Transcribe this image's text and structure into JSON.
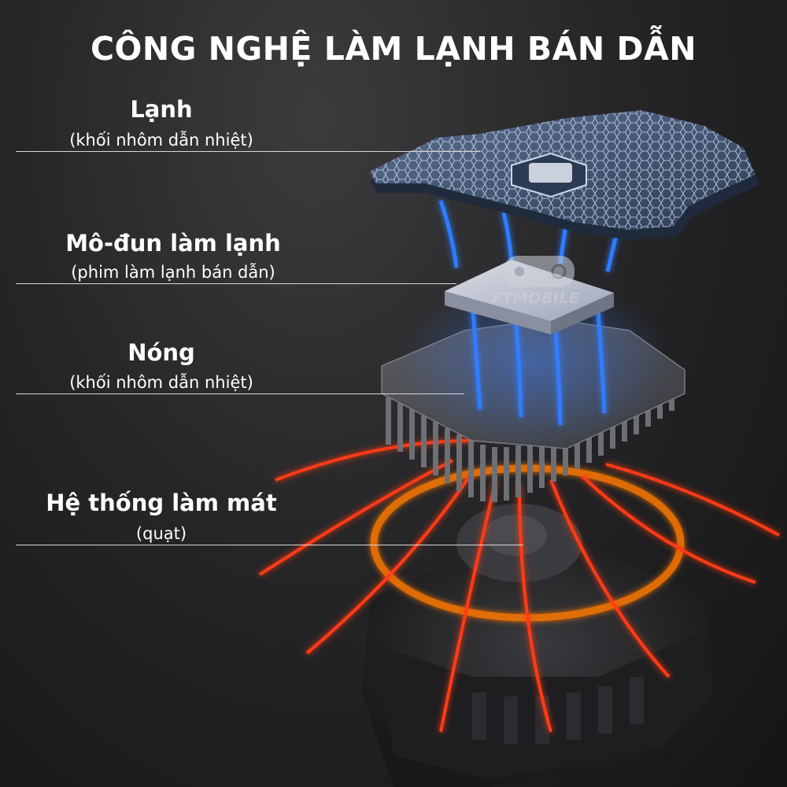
{
  "title": "CÔNG NGHỆ LÀM LẠNH BÁN DẪN",
  "layers": [
    {
      "name": "Lạnh",
      "desc": "(khối nhôm dẫn nhiệt)"
    },
    {
      "name": "Mô-đun làm lạnh",
      "desc": "(phim làm lạnh bán dẫn)"
    },
    {
      "name": "Nóng",
      "desc": "(khối nhôm dẫn nhiệt)"
    },
    {
      "name": "Hệ thống làm mát",
      "desc": "(quạt)"
    }
  ],
  "watermark": "FTMOBILE",
  "colors": {
    "cold": "#2f7bff",
    "hot": "#ff3b12",
    "text": "#ffffff"
  }
}
